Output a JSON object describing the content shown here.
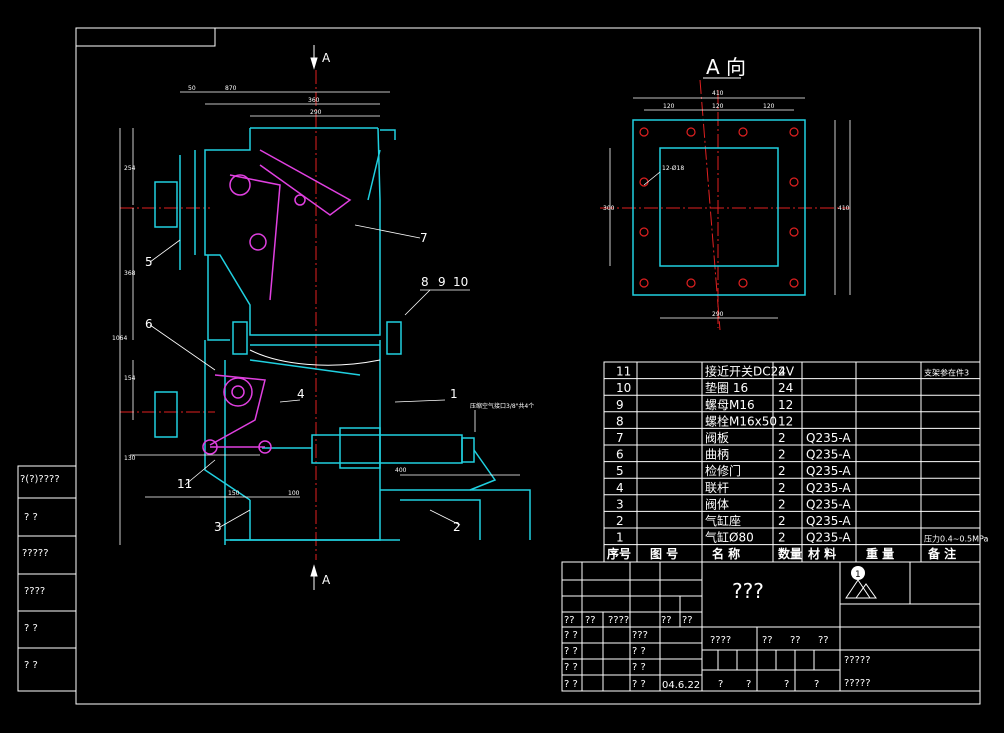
{
  "section_marks": {
    "top": "A",
    "bottom": "A"
  },
  "view_title": "A 向",
  "callouts": [
    "1",
    "2",
    "3",
    "4",
    "5",
    "6",
    "7",
    "8",
    "9",
    "10",
    "11"
  ],
  "pipe_note": "压缩空气接口3/8\"共4个",
  "bom_rows": [
    {
      "no": "11",
      "name": "接近开关DC24V",
      "qty": "2",
      "mat": "",
      "note": "支架参在件3"
    },
    {
      "no": "10",
      "name": "垫圈 16",
      "qty": "24",
      "mat": "",
      "note": ""
    },
    {
      "no": "9",
      "name": "螺母M16",
      "qty": "12",
      "mat": "",
      "note": ""
    },
    {
      "no": "8",
      "name": "螺栓M16x50",
      "qty": "12",
      "mat": "",
      "note": ""
    },
    {
      "no": "7",
      "name": "阀板",
      "qty": "2",
      "mat": "Q235-A",
      "note": ""
    },
    {
      "no": "6",
      "name": "曲柄",
      "qty": "2",
      "mat": "Q235-A",
      "note": ""
    },
    {
      "no": "5",
      "name": "检修门",
      "qty": "2",
      "mat": "Q235-A",
      "note": ""
    },
    {
      "no": "4",
      "name": "联杆",
      "qty": "2",
      "mat": "Q235-A",
      "note": ""
    },
    {
      "no": "3",
      "name": "阀体",
      "qty": "2",
      "mat": "Q235-A",
      "note": ""
    },
    {
      "no": "2",
      "name": "气缸座",
      "qty": "2",
      "mat": "Q235-A",
      "note": ""
    },
    {
      "no": "1",
      "name": "气缸Ø80",
      "qty": "2",
      "mat": "Q235-A",
      "note": "压力0.4~0.5MPa"
    }
  ],
  "bom_header": [
    "序号",
    "图 号",
    "名 称",
    "数量",
    "材 料",
    "重 量",
    "备 注"
  ],
  "title_block": {
    "name": "???",
    "row_a": [
      "??",
      "??",
      "????",
      "??",
      "??"
    ],
    "row_b": [
      "? ?",
      "???"
    ],
    "row_c": [
      "? ?",
      "? ?"
    ],
    "row_d": [
      "? ?",
      "? ?"
    ],
    "row_e": [
      "? ?",
      "? ?",
      "04.6.22"
    ],
    "mid_row": [
      "????",
      "??",
      "??",
      "??"
    ],
    "bottom_row": [
      "?",
      "?",
      "?",
      "?"
    ],
    "right_1": "?????",
    "right_2": "?????",
    "mark_number": "1"
  },
  "left_strip": [
    "?(?)????",
    "? ?",
    "?????",
    "????",
    "? ?",
    "? ?"
  ],
  "dimensions": {
    "top_1": "870",
    "top_2": "360",
    "top_3": "290",
    "top_4": "50",
    "left_1": "254",
    "left_2": "368",
    "left_3": "1064",
    "left_4": "154",
    "aview_top": "410",
    "aview_sub": [
      "120",
      "120",
      "120"
    ],
    "aview_right": "410",
    "aview_inner": "300",
    "aview_bottom": "290",
    "aview_holes": "12-Ø18",
    "misc_1": "130",
    "misc_2": "100",
    "misc_3": "400",
    "misc_4": "150"
  }
}
